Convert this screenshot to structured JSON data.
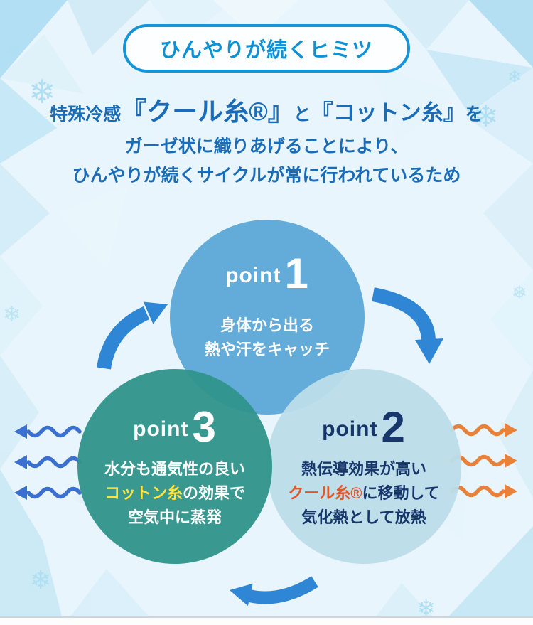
{
  "title": "ひんやりが続くヒミツ",
  "intro": {
    "seg1": "特殊冷感",
    "seg2": "『クール糸®』",
    "seg3": "と",
    "seg4": "『コットン糸』",
    "seg5": "を",
    "line2": "ガーゼ状に織りあげることにより、",
    "line3": "ひんやりが続くサイクルが常に行われているため"
  },
  "point1": {
    "label": "point",
    "number": "1",
    "line1": "身体から出る",
    "line2": "熱や汗をキャッチ"
  },
  "point2": {
    "label": "point",
    "number": "2",
    "line1": "熱伝導効果が高い",
    "line2_highlight": "クール糸®",
    "line2_rest": "に移動して",
    "line3": "気化熱として放熱"
  },
  "point3": {
    "label": "point",
    "number": "3",
    "line1": "水分も通気性の良い",
    "line2_highlight": "コットン糸",
    "line2_rest": "の効果で",
    "line3": "空気中に蒸発"
  },
  "colors": {
    "title_blue": "#0c90d6",
    "intro_text_blue": "#1b6cb8",
    "circle1_blue": "#58a6d6",
    "circle2_light_blue": "#bbdde9",
    "circle3_teal": "#2f938b",
    "point2_text_navy": "#17366b",
    "highlight_red": "#e2572a",
    "highlight_yellow": "#ffe340",
    "cycle_arrow_blue": "#2f86d4",
    "wave_arrow_blue": "#3b6fd0",
    "wave_arrow_orange": "#e8813a"
  }
}
